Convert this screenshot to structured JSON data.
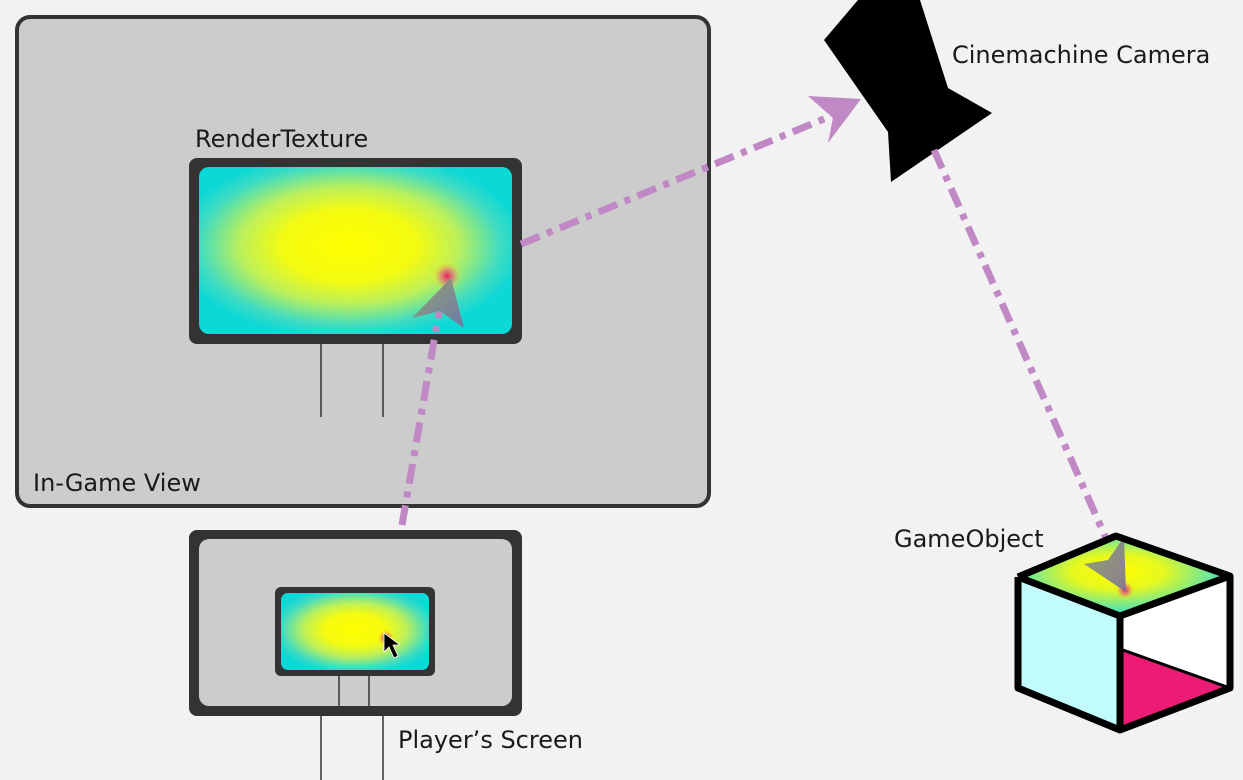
{
  "labels": {
    "in_game_view": "In-Game View",
    "render_texture": "RenderTexture",
    "cinemachine_camera": "Cinemachine Camera",
    "game_object": "GameObject",
    "players_screen": "Player’s Screen"
  },
  "colors": {
    "background": "#f2f2f2",
    "panel": "#cccccc",
    "frame": "#333333",
    "cyan": "#0cd8d6",
    "yellow": "#ffff00",
    "hotspot": "#e8175d",
    "arrow": "#c088c4",
    "cube_left_face": "#c2fbfb",
    "cube_floor": "#ec1c76"
  },
  "icons": {
    "camera": "camera-icon",
    "cursor": "mouse-cursor-icon"
  }
}
